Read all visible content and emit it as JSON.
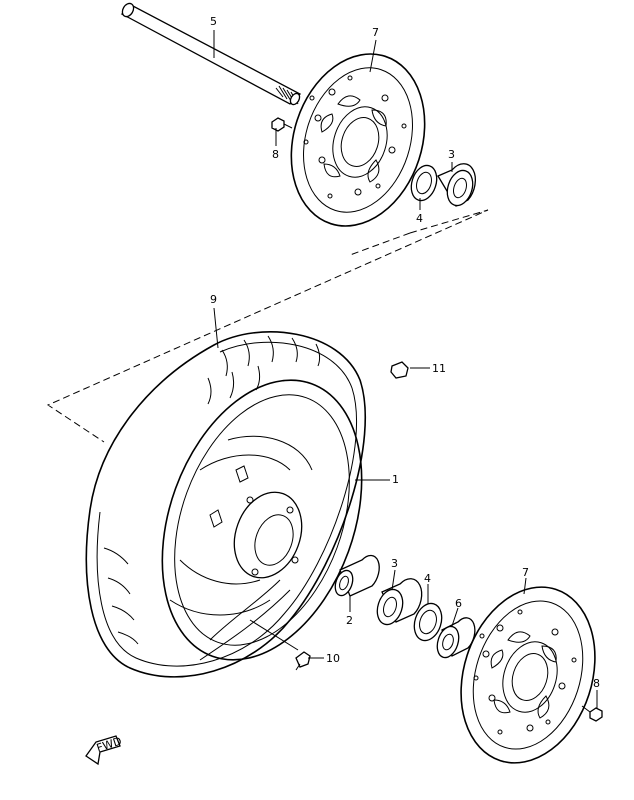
{
  "labels": {
    "p1": "1",
    "p2": "2",
    "p3_top": "3",
    "p3_bottom": "3",
    "p4_top": "4",
    "p4_bottom": "4",
    "p5": "5",
    "p6": "6",
    "p7_top": "7",
    "p7_bottom": "7",
    "p8_top": "8",
    "p8_bottom": "8",
    "p9": "9",
    "p10": "10",
    "p11": "11"
  },
  "fwd_arrow": {
    "text": "FWD"
  }
}
